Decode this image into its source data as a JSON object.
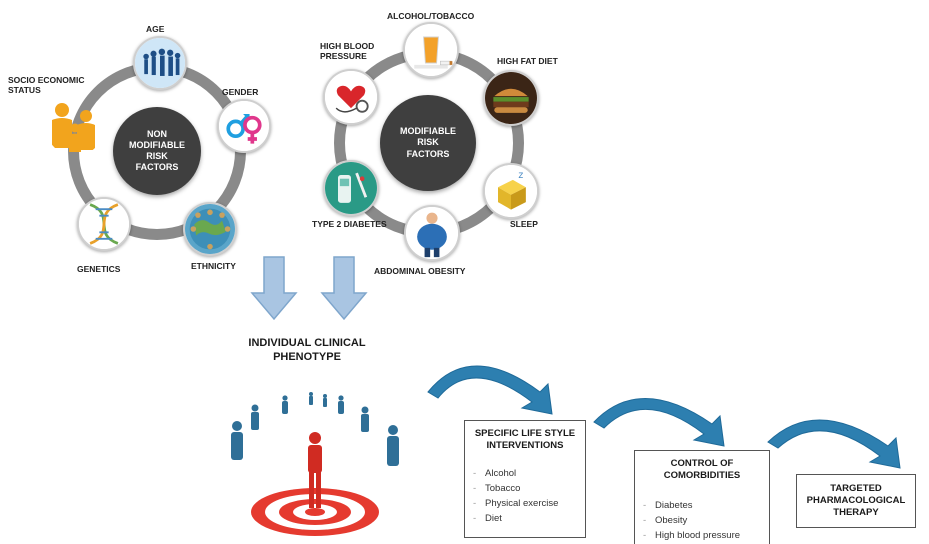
{
  "non_modifiable": {
    "center": "NON\nMODIFIABLE\nRISK\nFACTORS",
    "factors": {
      "age": "AGE",
      "gender": "GENDER",
      "ethnicity": "ETHNICITY",
      "genetics": "GENETICS",
      "socio_economic": "SOCIO ECONOMIC\nSTATUS"
    }
  },
  "modifiable": {
    "center": "MODIFIABLE\nRISK\nFACTORS",
    "factors": {
      "alcohol_tobacco": "ALCOHOL/TOBACCO",
      "high_fat_diet": "HIGH FAT DIET",
      "sleep": "SLEEP",
      "abdominal_obesity": "ABDOMINAL OBESITY",
      "type2_diabetes": "TYPE 2 DIABETES",
      "high_blood_pressure": "HIGH BLOOD\nPRESSURE"
    }
  },
  "phenotype": "INDIVIDUAL CLINICAL\nPHENOTYPE",
  "lifestyle": {
    "title": "SPECIFIC LIFE STYLE\nINTERVENTIONS",
    "items": [
      "Alcohol",
      "Tobacco",
      "Physical exercise",
      "Diet"
    ]
  },
  "comorbidities": {
    "title": "CONTROL OF\nCOMORBIDITIES",
    "items": [
      "Diabetes",
      "Obesity",
      "High blood pressure"
    ]
  },
  "therapy": {
    "title": "TARGETED\nPHARMACOLOGICAL\nTHERAPY"
  },
  "colors": {
    "ring": "#8a8a8a",
    "hub": "#3f3f3f",
    "arrow": "#7fa6cc",
    "target": "#e53a2f",
    "figure": "#2f6f97"
  },
  "icons": [
    "age-silhouettes-icon",
    "gender-symbols-icon",
    "globe-people-icon",
    "dna-helix-icon",
    "family-icon",
    "glass-drink-icon",
    "burger-icon",
    "sleep-cube-icon",
    "overweight-person-icon",
    "glucose-meter-icon",
    "heart-pressure-icon"
  ]
}
